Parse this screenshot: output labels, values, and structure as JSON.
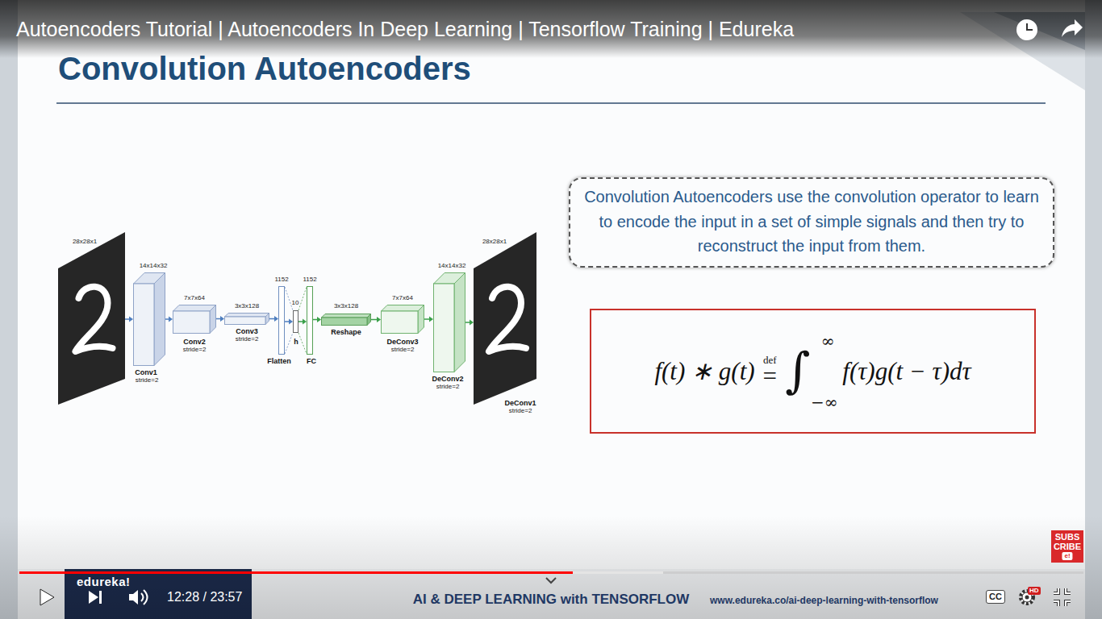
{
  "diagram": {
    "title": "Convolution Autoencoders",
    "nodes": [
      {
        "text": [
          "28x28x1"
        ]
      },
      {
        "text": [
          "14x14x32",
          "Conv1",
          "stride=2"
        ]
      },
      {
        "text": [
          "7x7x64",
          "Conv2",
          "stride=2"
        ]
      },
      {
        "text": [
          "3x3x128",
          "Conv3",
          "stride=2"
        ]
      },
      {
        "text": [
          "1152",
          "Flatten"
        ]
      },
      {
        "text": [
          "10",
          "h"
        ]
      },
      {
        "text": [
          "1152",
          "FC"
        ]
      },
      {
        "text": [
          "3x3x128",
          "Reshape"
        ]
      },
      {
        "text": [
          "7x7x64",
          "DeConv3",
          "stride=2"
        ]
      },
      {
        "text": [
          "14x14x32",
          "DeConv2",
          "stride=2"
        ]
      },
      {
        "text": [
          "28x28x1",
          "DeConv1",
          "stride=2"
        ]
      },
      {
        "text": [
          "Convolution Autoencoders use the convolution operator to learn to encode the input in a set of simple signals and then try to reconstruct the input from them."
        ]
      },
      {
        "text": [
          "f(t) ∗ g(t)",
          "def",
          "=",
          "∫",
          "∞",
          "−∞",
          "f(τ)g(t − τ)dτ"
        ]
      }
    ],
    "edges": [
      {
        "from": 0,
        "to": 1,
        "arrow": "to"
      },
      {
        "from": 1,
        "to": 2,
        "arrow": "to"
      },
      {
        "from": 2,
        "to": 3,
        "arrow": "to"
      },
      {
        "from": 3,
        "to": 4,
        "arrow": "to"
      },
      {
        "from": 4,
        "to": 5,
        "arrow": "to"
      },
      {
        "from": 5,
        "to": 6,
        "arrow": "to"
      },
      {
        "from": 6,
        "to": 7,
        "arrow": "to"
      },
      {
        "from": 7,
        "to": 8,
        "arrow": "to"
      },
      {
        "from": 8,
        "to": 9,
        "arrow": "to"
      },
      {
        "from": 9,
        "to": 10,
        "arrow": "to"
      }
    ],
    "labels": [
      "Autoencoders Tutorial | Autoencoders In Deep Learning | Tensorflow Training | Edureka",
      "SUBS",
      "CRIBE",
      "e!",
      "edureka!",
      "12:28 / 23:57",
      "AI & DEEP LEARNING with TENSORFLOW",
      "www.edureka.co/ai-deep-learning-with-tensorflow",
      "CC",
      "HD"
    ]
  }
}
